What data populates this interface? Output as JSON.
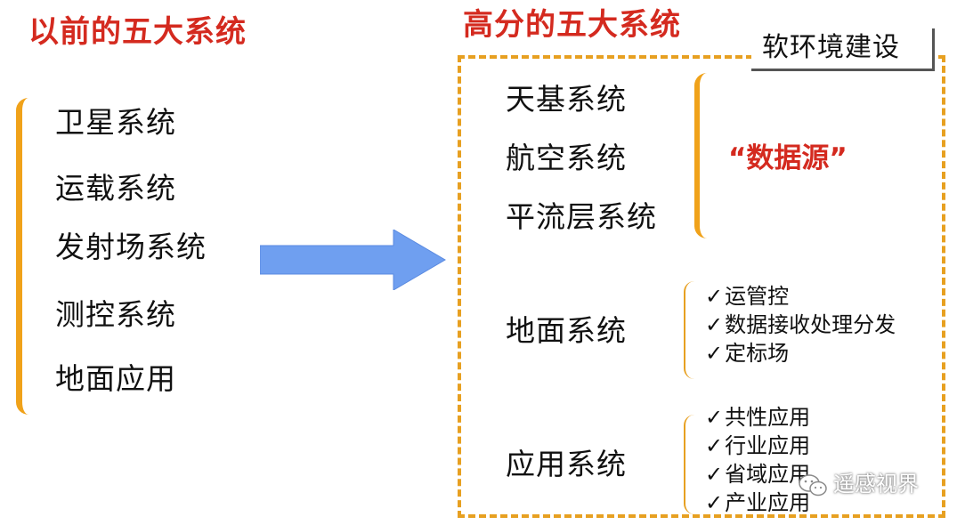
{
  "left_panel": {
    "title": "以前的五大系统",
    "items": [
      "卫星系统",
      "运载系统",
      "发射场系统",
      "测控系统",
      "地面应用"
    ]
  },
  "right_panel": {
    "title": "高分的五大系统",
    "soft_environment_label": "软环境建设",
    "data_source_group": {
      "items": [
        "天基系统",
        "航空系统",
        "平流层系统"
      ],
      "label": "“数据源”"
    },
    "ground_system": {
      "label": "地面系统",
      "subitems": [
        "运管控",
        "数据接收处理分发",
        "定标场"
      ]
    },
    "application_system": {
      "label": "应用系统",
      "subitems": [
        "共性应用",
        "行业应用",
        "省域应用",
        "产业应用"
      ]
    }
  },
  "check_symbol": "✓",
  "watermark": {
    "icon": "wechat-icon",
    "text": "遥感视界"
  },
  "colors": {
    "title_red": "#d42a1f",
    "accent_orange": "#f0a21a",
    "arrow_blue": "#6f9ff0"
  }
}
